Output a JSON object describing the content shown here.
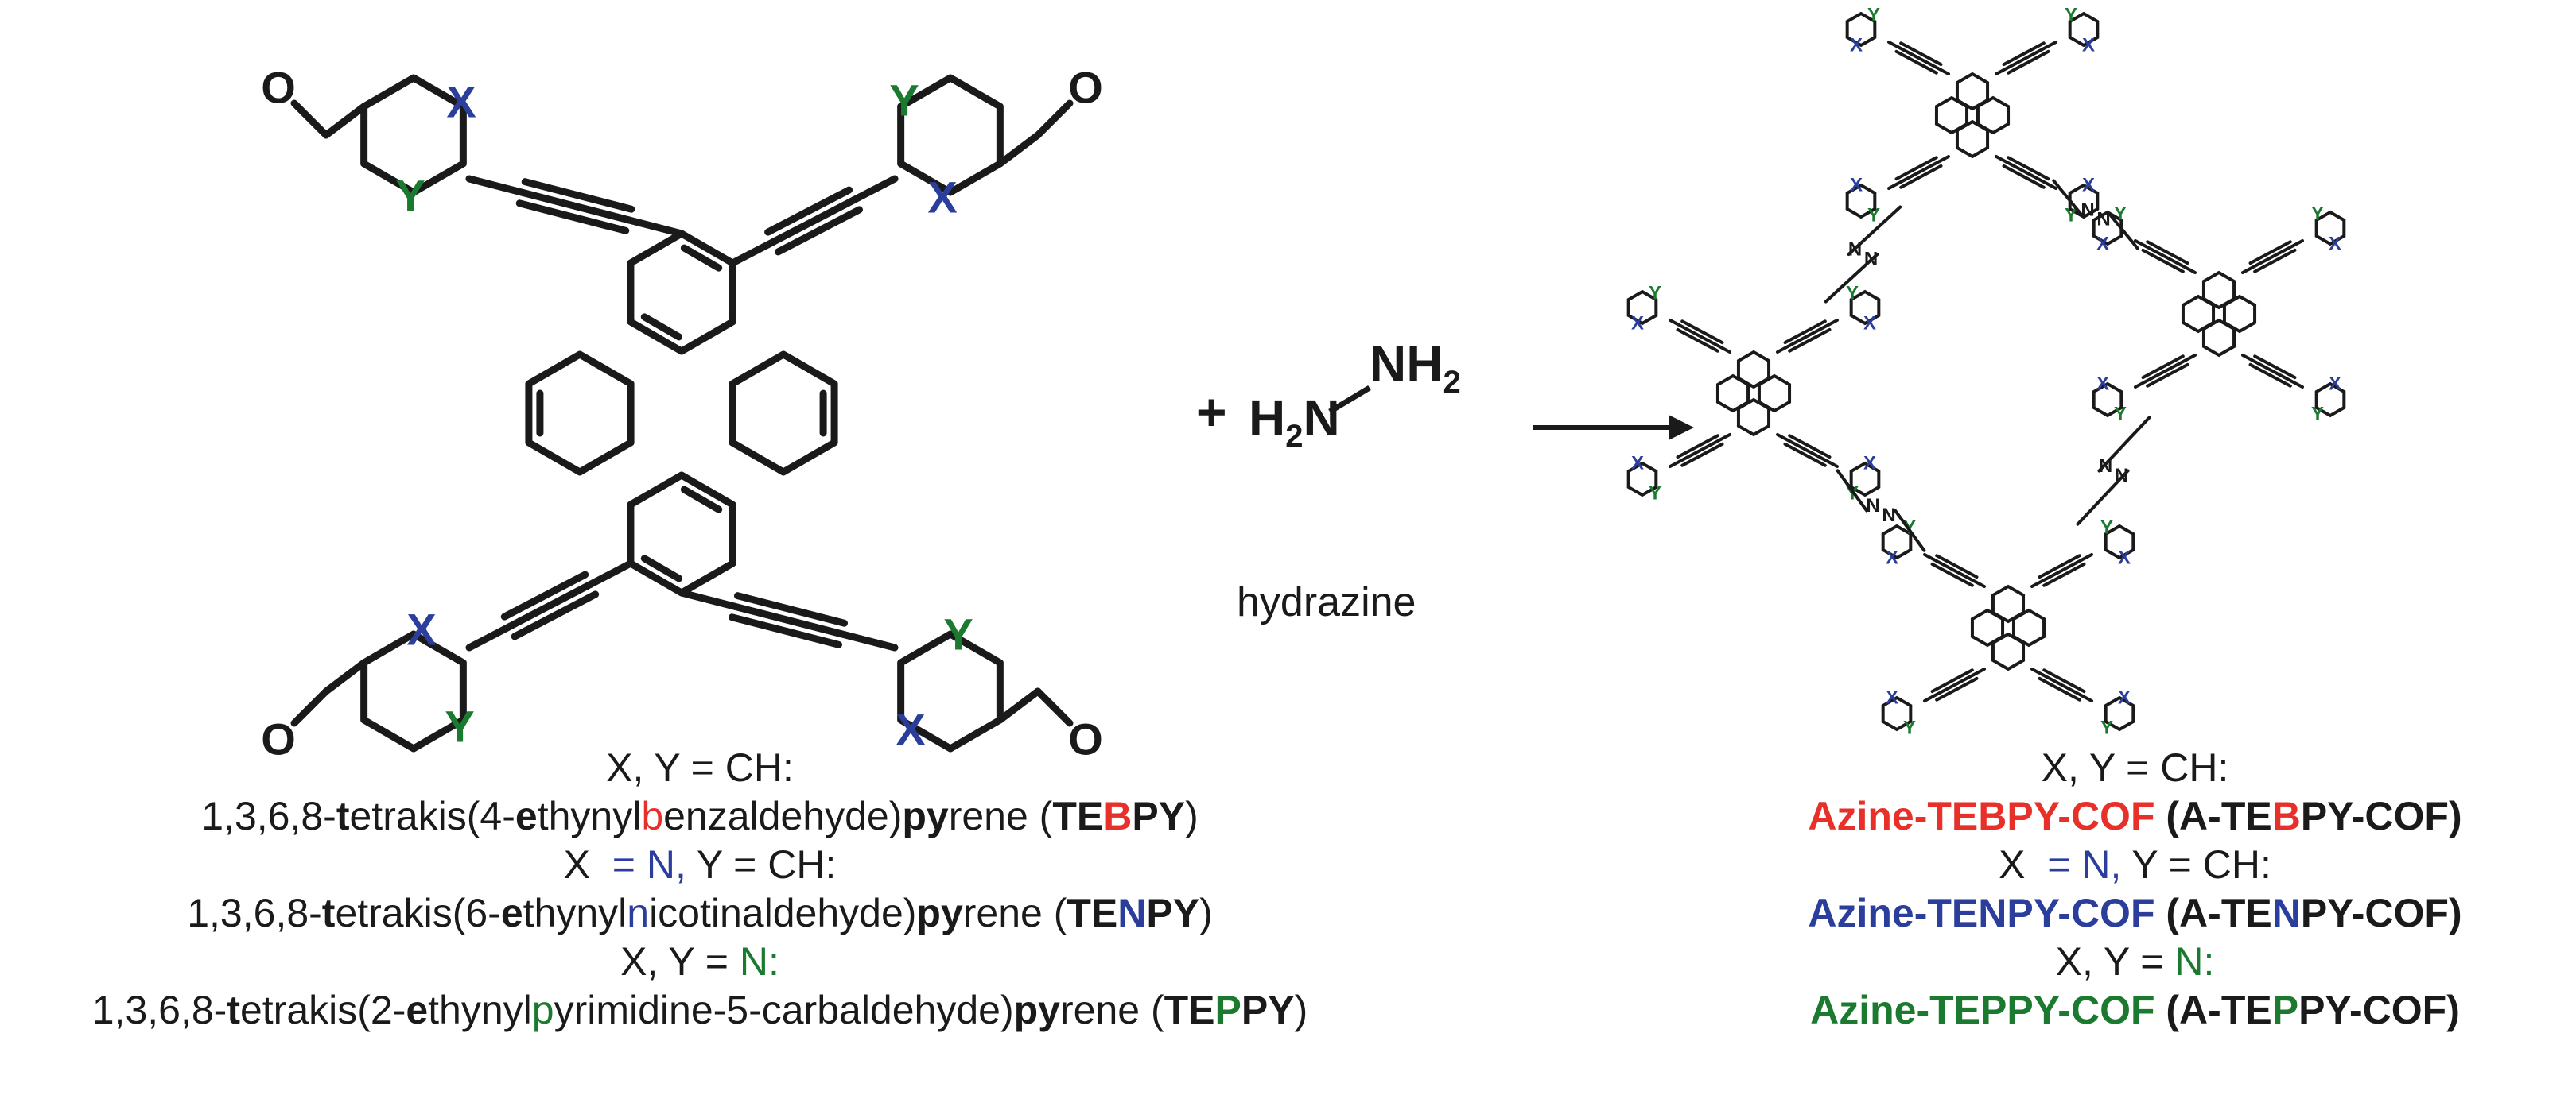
{
  "reaction": {
    "plus": "+",
    "reagent": "hydrazine",
    "reagent_nh2_top": "NH",
    "reagent_nh2_left": "H",
    "reagent_n_left": "N",
    "sub2": "2"
  },
  "monomer": {
    "substituents": {
      "x": "X",
      "y": "Y",
      "o": "O"
    },
    "colors": {
      "x": "#2b3e9c",
      "y": "#1b7a2f",
      "bond": "#1a1a1a"
    }
  },
  "cof": {
    "labels": {
      "x": "X",
      "y": "Y",
      "n": "N"
    }
  },
  "left_caption": {
    "cond1": "X, Y = CH:",
    "name1": [
      "1,3,6,8-",
      "t",
      "etrakis(4-",
      "e",
      "thynyl",
      "b",
      "enzaldehyde)",
      "py",
      "rene (",
      "TE",
      "B",
      "PY",
      ")"
    ],
    "cond2_a": "X",
    "cond2_b": "= N,",
    "cond2_c": "Y = CH:",
    "name2": [
      "1,3,6,8-",
      "t",
      "etrakis(6-",
      "e",
      "thynyl",
      "n",
      "icotinaldehyde)",
      "py",
      "rene (",
      "TE",
      "N",
      "PY",
      ")"
    ],
    "cond3_a": "X, Y =",
    "cond3_b": "N:",
    "name3": [
      "1,3,6,8-",
      "t",
      "etrakis(2-",
      "e",
      "thynyl",
      "p",
      "yrimidine-5-carbaldehyde)",
      "py",
      "rene (",
      "TE",
      "P",
      "PY",
      ")"
    ]
  },
  "right_caption": {
    "cond1": "X, Y = CH:",
    "cof1": [
      "Azine-TEBPY-COF",
      "(A-TE",
      "B",
      "PY-COF)"
    ],
    "cond2_a": "X",
    "cond2_b": "= N,",
    "cond2_c": "Y = CH:",
    "cof2": [
      "Azine-TENPY-COF",
      "(A-TE",
      "N",
      "PY-COF)"
    ],
    "cond3_a": "X, Y =",
    "cond3_b": "N:",
    "cof3": [
      "Azine-TEPPY-COF",
      "(A-TE",
      "P",
      "PY-COF)"
    ]
  }
}
